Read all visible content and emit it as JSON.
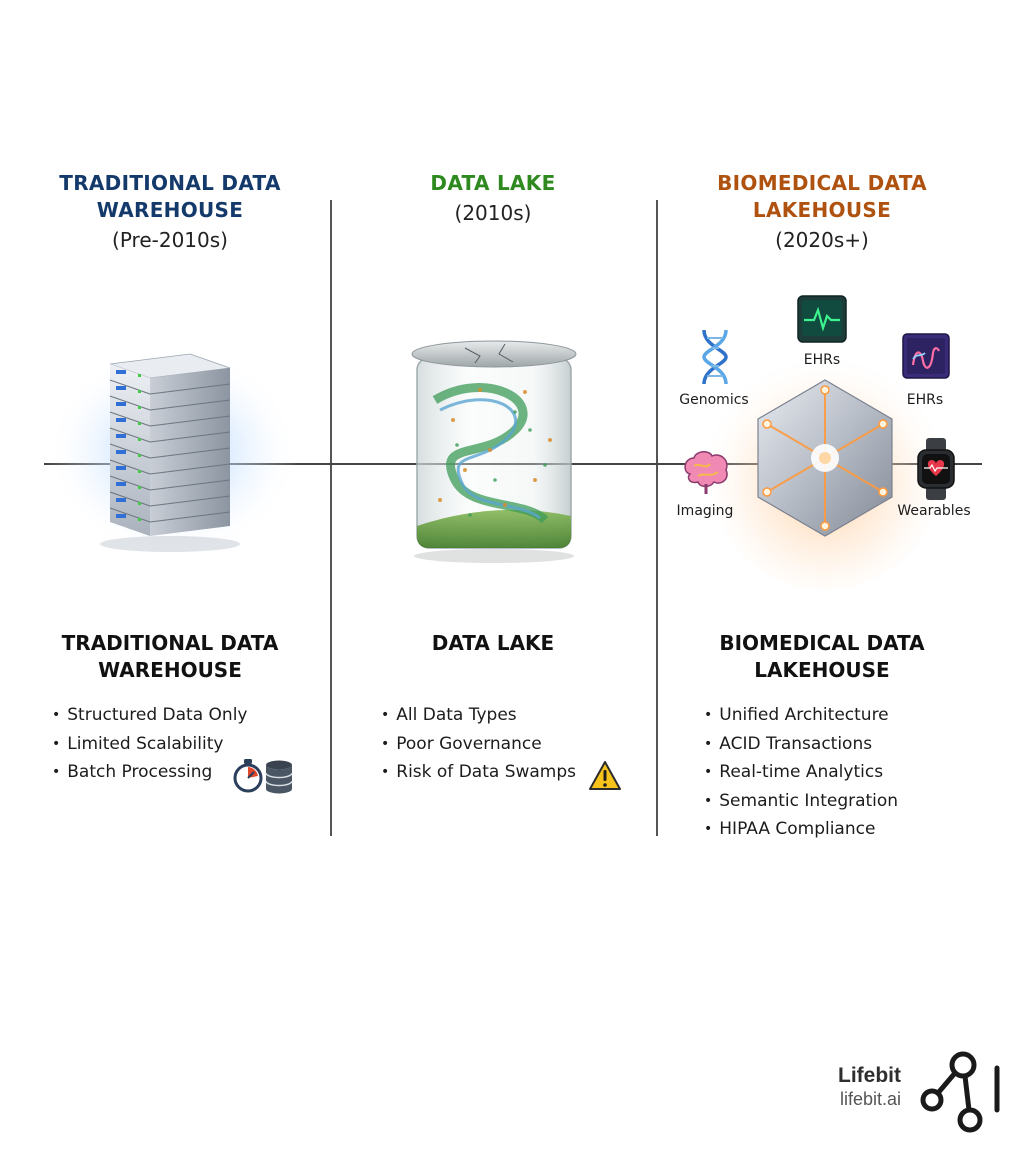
{
  "columns": [
    {
      "title": "TRADITIONAL DATA WAREHOUSE",
      "era": "(Pre-2010s)",
      "title_color": "#143a6b",
      "subtitle": "TRADITIONAL DATA WAREHOUSE",
      "bullets": [
        "Structured Data Only",
        "Limited Scalability",
        "Batch Processing"
      ],
      "icons": [
        "stopwatch-icon",
        "database-icon"
      ]
    },
    {
      "title": "DATA LAKE",
      "era": "(2010s)",
      "title_color": "#2e8a1f",
      "subtitle": "DATA LAKE",
      "bullets": [
        "All Data Types",
        "Poor Governance",
        "Risk of Data Swamps"
      ],
      "icons": [
        "warning-icon"
      ]
    },
    {
      "title": "BIOMEDICAL DATA LAKEHOUSE",
      "era": "(2020s+)",
      "title_color": "#b0520f",
      "subtitle": "BIOMEDICAL DATA LAKEHOUSE",
      "bullets": [
        "Unified Architecture",
        "ACID Transactions",
        "Real-time Analytics",
        "Semantic Integration",
        "HIPAA Compliance"
      ],
      "sources": [
        "Genomics",
        "EHRs",
        "EHRs",
        "Imaging",
        "Wearables"
      ],
      "source_icons": [
        "dna-icon",
        "heart-monitor-icon",
        "tablet-chart-icon",
        "brain-icon",
        "smartwatch-icon"
      ]
    }
  ],
  "brand": {
    "name": "Lifebit",
    "url": "lifebit.ai",
    "icon": "lifebit-logo-icon"
  }
}
